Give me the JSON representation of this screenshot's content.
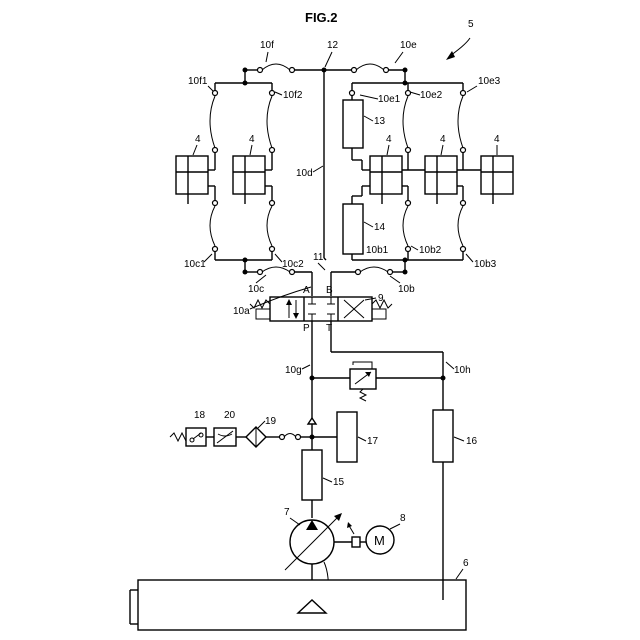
{
  "figure": {
    "title": "FIG.2",
    "labels": {
      "l5": "5",
      "l12": "12",
      "l10f": "10f",
      "l10e": "10e",
      "l10f1": "10f1",
      "l10f2": "10f2",
      "l10e1": "10e1",
      "l10e2": "10e2",
      "l10e3": "10e3",
      "l4a": "4",
      "l4b": "4",
      "l4c": "4",
      "l4d": "4",
      "l4e": "4",
      "l13": "13",
      "l10d": "10d",
      "l14": "14",
      "l10b1": "10b1",
      "l10b2": "10b2",
      "l10b3": "10b3",
      "l10c1": "10c1",
      "l10c2": "10c2",
      "l11": "11",
      "l10c": "10c",
      "l10b": "10b",
      "lA": "A",
      "lB": "B",
      "l9": "9",
      "l10a": "10a",
      "lP": "P",
      "lT": "T",
      "l10g": "10g",
      "l10h": "10h",
      "l18": "18",
      "l20": "20",
      "l19": "19",
      "l17": "17",
      "l16": "16",
      "l15": "15",
      "l7": "7",
      "l8": "8",
      "lM": "M",
      "l6": "6"
    }
  }
}
